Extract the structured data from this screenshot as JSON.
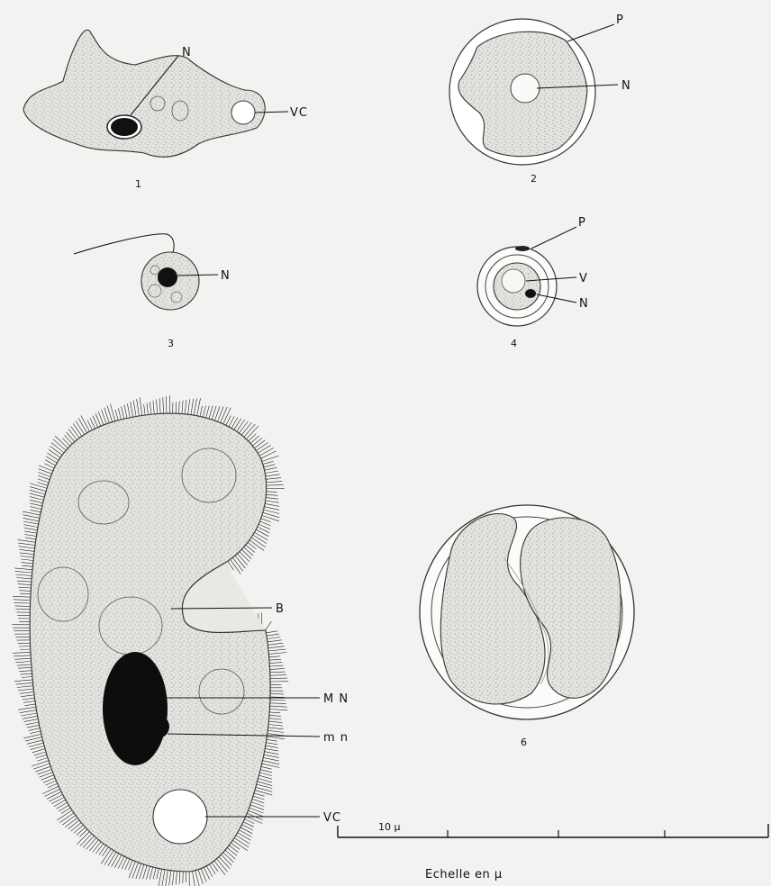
{
  "figures": [
    {
      "id": "1",
      "number": "1",
      "labels": [
        "N",
        "VC"
      ]
    },
    {
      "id": "2",
      "number": "2",
      "labels": [
        "P",
        "N"
      ]
    },
    {
      "id": "3",
      "number": "3",
      "labels": [
        "N"
      ]
    },
    {
      "id": "4",
      "number": "4",
      "labels": [
        "P",
        "V",
        "N"
      ]
    },
    {
      "id": "5",
      "number": "",
      "labels": [
        "B",
        "M N",
        "m n",
        "VC"
      ]
    },
    {
      "id": "6",
      "number": "6",
      "labels": []
    }
  ],
  "scale_bar": {
    "tick_label": "10 µ",
    "caption": "Echelle en µ"
  },
  "colors": {
    "background": "#f2f2f0",
    "cell_fill": "#e0dfdb",
    "ink": "#111111"
  }
}
